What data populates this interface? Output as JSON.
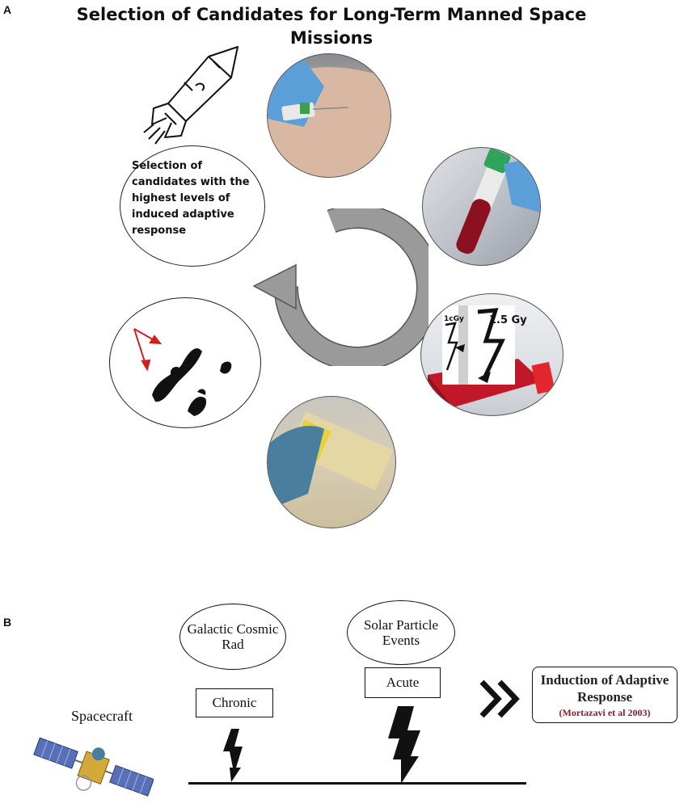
{
  "panel_a": {
    "label": "A",
    "title": "Selection of Candidates for Long-Term Manned Space Missions",
    "selection_text": "Selection of candidates with the highest levels of induced adaptive response",
    "dose_small": "1cGy",
    "dose_large": "1.5 Gy"
  },
  "panel_b": {
    "label": "B",
    "spacecraft_label": "Spacecraft",
    "gcr_label": "Galactic Cosmic Rad",
    "spe_label": "Solar Particle Events",
    "chronic_label": "Chronic",
    "acute_label": "Acute",
    "induction_label": "Induction of Adaptive Response",
    "citation": "(Mortazavi et al 2003)"
  },
  "colors": {
    "arrow_gray": "#9a9a9a",
    "blood_red": "#8b1020",
    "glove_blue": "#5a9fd8",
    "citation_red": "#8b1c2a"
  }
}
